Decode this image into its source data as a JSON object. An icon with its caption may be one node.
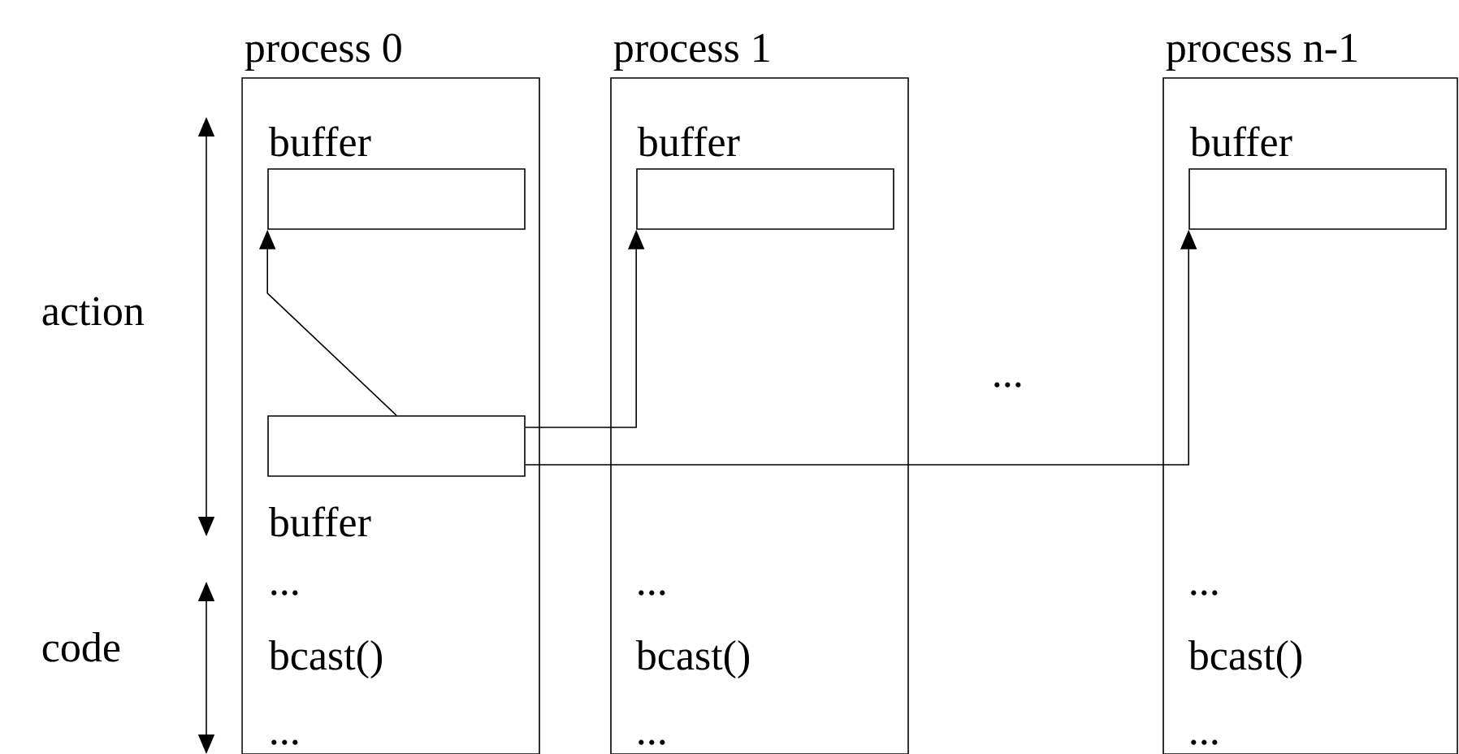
{
  "diagram": {
    "nodes": [
      {
        "text": [
          "process 0"
        ]
      },
      {
        "text": [
          "process 1"
        ]
      },
      {
        "text": [
          "process n-1"
        ]
      },
      {
        "text": [
          "buffer"
        ],
        "in": 0
      },
      {
        "text": [
          "buffer"
        ],
        "in": 1
      },
      {
        "text": [
          "buffer"
        ],
        "in": 2
      },
      {
        "text": [
          "buffer"
        ],
        "in": 0
      }
    ],
    "edges": [
      {
        "from": 6,
        "to": 3,
        "arrow": "to"
      },
      {
        "from": 6,
        "to": 4,
        "arrow": "to"
      },
      {
        "from": 6,
        "to": 5,
        "arrow": "to"
      }
    ],
    "labels": [
      "action",
      "...",
      "...",
      "...",
      "...",
      "code",
      "bcast()",
      "bcast()",
      "bcast()",
      "...",
      "...",
      "..."
    ]
  }
}
